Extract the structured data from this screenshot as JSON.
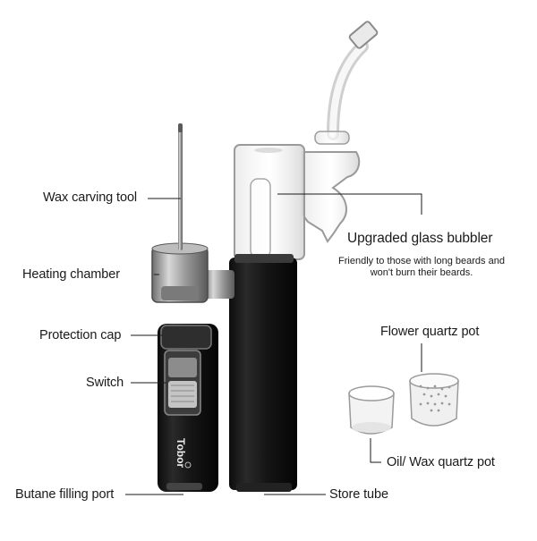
{
  "labels": {
    "wax_tool": "Wax carving tool",
    "heating_chamber": "Heating chamber",
    "protection_cap": "Protection cap",
    "switch": "Switch",
    "butane_port": "Butane filling port",
    "glass_bubbler": "Upgraded glass bubbler",
    "bubbler_note_1": "Friendly to those with long beards and",
    "bubbler_note_2": "won't burn their beards.",
    "flower_pot": "Flower quartz pot",
    "oil_pot": "Oil/ Wax quartz pot",
    "store_tube": "Store tube"
  },
  "device": {
    "brand": "Tobor",
    "body_color": "#151515",
    "metal_color": "#9a9a9a"
  }
}
